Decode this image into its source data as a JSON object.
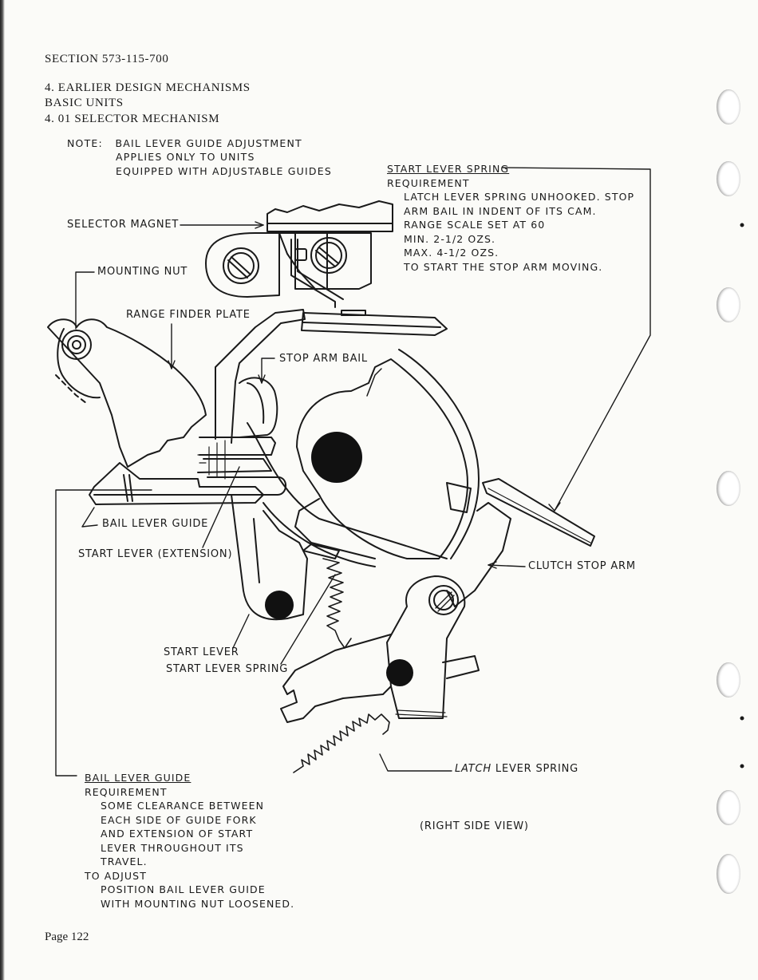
{
  "header": {
    "section": "SECTION 573-115-700",
    "line1": "4.  EARLIER DESIGN MECHANISMS",
    "line2": "BASIC UNITS",
    "line3": "4. 01 SELECTOR MECHANISM"
  },
  "note": {
    "lead": "NOTE:",
    "line1": "BAIL LEVER GUIDE ADJUSTMENT",
    "line2": "APPLIES ONLY TO UNITS",
    "line3": "EQUIPPED WITH ADJUSTABLE GUIDES"
  },
  "labels": {
    "selector_magnet": "SELECTOR MAGNET",
    "mounting_nut": "MOUNTING NUT",
    "range_finder_plate": "RANGE FINDER PLATE",
    "stop_arm_bail": "STOP ARM BAIL",
    "bail_lever_guide": "BAIL LEVER GUIDE",
    "start_lever_extension": "START LEVER (EXTENSION)",
    "clutch_stop_arm": "CLUTCH STOP ARM",
    "start_lever": "START LEVER",
    "start_lever_spring": "START LEVER SPRING",
    "latch_lever_spring_italic": "LATCH",
    "latch_lever_spring_rest": " LEVER SPRING",
    "view": "(RIGHT SIDE VIEW)"
  },
  "start_spring_req": {
    "title": "START LEVER SPRING",
    "req": "REQUIREMENT",
    "l1": "LATCH LEVER SPRING UNHOOKED.  STOP",
    "l2": "ARM BAIL IN INDENT OF ITS CAM.",
    "l3": "RANGE SCALE SET AT 60",
    "l4": "MIN.  2-1/2 OZS.",
    "l5": "MAX.  4-1/2 OZS.",
    "l6": "TO START THE STOP ARM MOVING."
  },
  "bail_guide_req": {
    "title": "BAIL LEVER GUIDE",
    "req": "REQUIREMENT",
    "l1": "SOME CLEARANCE BETWEEN",
    "l2": "EACH SIDE OF GUIDE FORK",
    "l3": "AND EXTENSION OF START",
    "l4": "LEVER THROUGHOUT ITS",
    "l5": "TRAVEL.",
    "adjust": "TO ADJUST",
    "a1": "POSITION BAIL LEVER GUIDE",
    "a2": "WITH MOUNTING NUT LOOSENED."
  },
  "footer": {
    "page": "Page 122"
  },
  "colors": {
    "ink": "#1a1a1a",
    "paper": "#fbfbf8"
  }
}
